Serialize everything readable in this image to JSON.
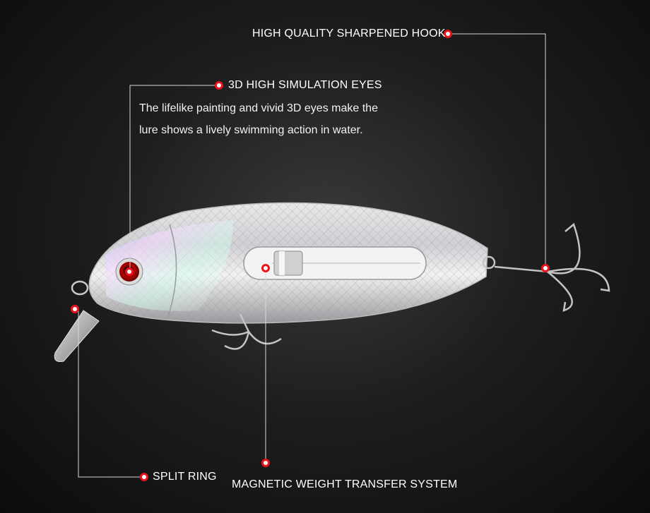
{
  "callouts": {
    "hook": {
      "label": "HIGH QUALITY SHARPENED HOOK"
    },
    "eyes": {
      "label": "3D HIGH SIMULATION EYES",
      "description_line1": "The lifelike painting and vivid 3D eyes make the",
      "description_line2": "lure shows a lively swimming action in water."
    },
    "split_ring": {
      "label": "SPLIT RING"
    },
    "weight": {
      "label": "MAGNETIC WEIGHT TRANSFER SYSTEM"
    }
  },
  "colors": {
    "accent": "#e8141c",
    "leader_line": "#d8d8d8",
    "background": "#141414"
  },
  "icons": [
    "fishing-lure-illustration",
    "treble-hook-icon",
    "callout-marker-icon"
  ]
}
